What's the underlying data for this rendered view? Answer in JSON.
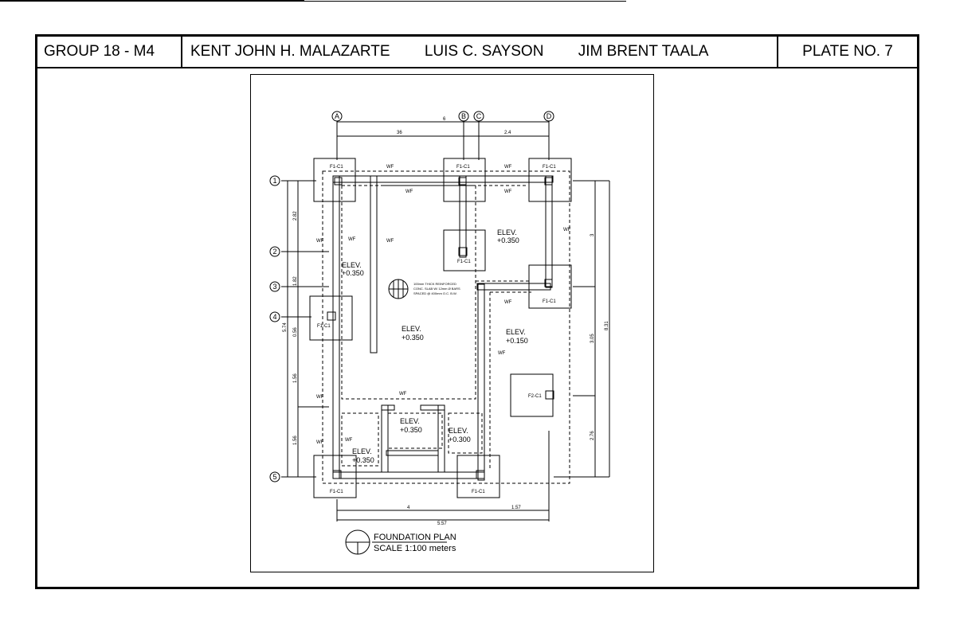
{
  "title_block": {
    "group": "GROUP 18 - M4",
    "names": [
      "KENT JOHN H. MALAZARTE",
      "LUIS C. SAYSON",
      "JIM BRENT TAALA"
    ],
    "plate": "PLATE NO. 7"
  },
  "plan": {
    "grid_cols": [
      "A",
      "B",
      "C",
      "D"
    ],
    "grid_rows": [
      "1",
      "2",
      "3",
      "4",
      "5"
    ],
    "top_dims": [
      "6",
      "36",
      "2.4"
    ],
    "bottom_dims": [
      "4",
      "1.57",
      "5.57"
    ],
    "left_dims": [
      "2.82",
      "1.82",
      "0.56",
      "1.56",
      "1.56",
      "5.74"
    ],
    "right_dims": [
      "3",
      "3.05",
      "2.76",
      "8.31"
    ],
    "footings": [
      "F1-C1",
      "F1-C1",
      "F1-C1",
      "F1-C1",
      "F1-C1",
      "F1-C1",
      "F1-C1",
      "F1-C1",
      "F2-C1"
    ],
    "elevations": [
      {
        "label": "ELEV.",
        "value": "+0.350"
      },
      {
        "label": "ELEV.",
        "value": "+0.350"
      },
      {
        "label": "ELEV.",
        "value": "+0.350"
      },
      {
        "label": "ELEV.",
        "value": "+0.150"
      },
      {
        "label": "ELEV.",
        "value": "+0.350"
      },
      {
        "label": "ELEV.",
        "value": "+0.300"
      },
      {
        "label": "ELEV.",
        "value": "+0.350"
      }
    ],
    "wall_footing_label": "WF",
    "slab_note": [
      "100mm THICK REINFORCED",
      "CONC. SLAB W/ 12mm Ø BARS",
      "SPACED @ 400mm O.C. B.W."
    ],
    "caption": "FOUNDATION PLAN",
    "scale": "SCALE 1:100 meters"
  }
}
